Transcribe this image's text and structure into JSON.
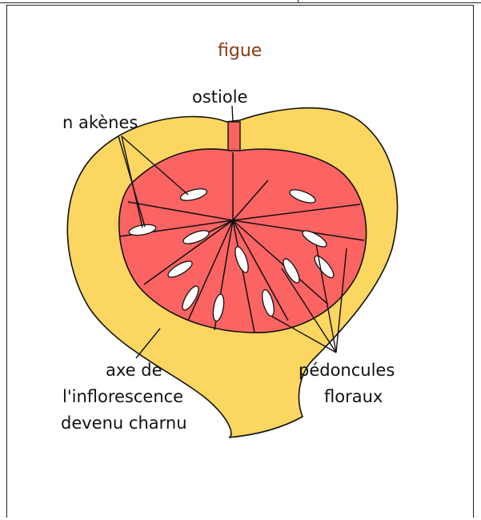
{
  "title": "figue",
  "labels": {
    "ostiole": "ostiole",
    "akenes": "n akènes",
    "axe_line1": "axe de",
    "axe_line2": "l'inflorescence",
    "axe_line3": "devenu charnu",
    "pedoncules_line1": "pédoncules",
    "pedoncules_line2": "floraux"
  },
  "colors": {
    "flesh": "#fbd660",
    "cavity": "#fc6363",
    "seed": "#ffffff",
    "outline": "#111111",
    "title": "#8b3a14"
  }
}
